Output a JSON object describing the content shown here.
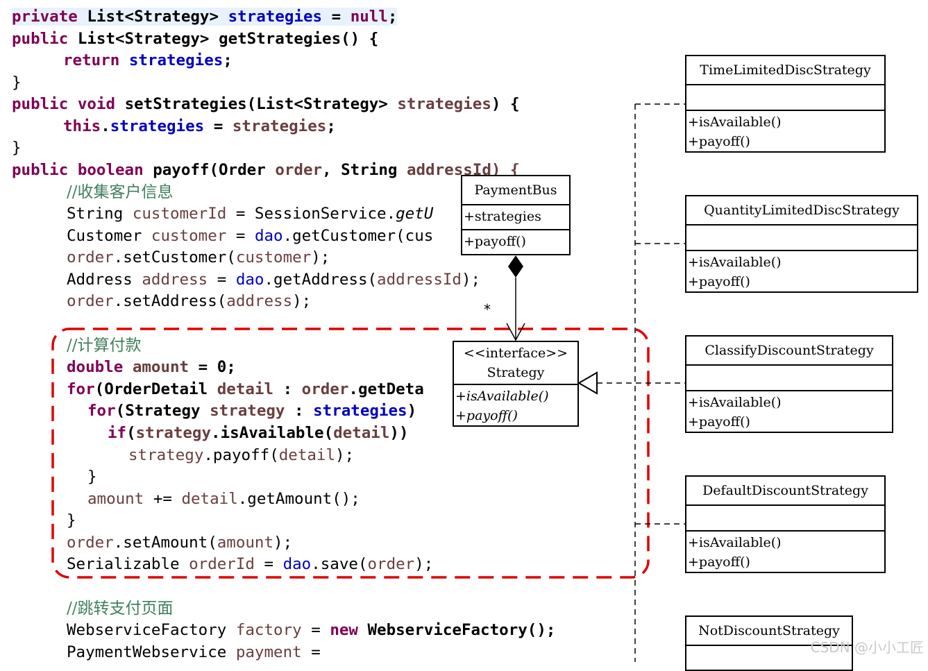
{
  "code": {
    "line01": {
      "a": "private",
      "b": "List<Strategy>",
      "c": "strategies",
      "d": "= ",
      "e": "null",
      "f": ";"
    },
    "line02": {
      "a": "public",
      "b": "List<Strategy>",
      "c": "getStrategies() {"
    },
    "line03": {
      "a": "return",
      "b": "strategies",
      "c": ";"
    },
    "line04": {
      "a": "}"
    },
    "line05": {
      "a": "public",
      "b": "void",
      "c": "setStrategies(List<Strategy> ",
      "d": "strategies",
      "e": ") {"
    },
    "line06": {
      "a": "this",
      "b": ".",
      "c": "strategies",
      "d": " = ",
      "e": "strategies",
      "f": ";"
    },
    "line07": {
      "a": "}"
    },
    "line08": {
      "a": "public",
      "b": "boolean",
      "c": "payoff(Order ",
      "d": "order",
      "e": ", String ",
      "f": "addressId) {"
    },
    "line09": {
      "a": "//收集客户信息"
    },
    "line10": {
      "a": "String ",
      "b": "customerId",
      "c": " = SessionService.",
      "d": "getU"
    },
    "line11": {
      "a": "Customer ",
      "b": "customer",
      "c": " = ",
      "d": "dao",
      "e": ".getCustomer(cus"
    },
    "line12": {
      "a": "order",
      "b": ".setCustomer(",
      "c": "customer",
      "d": ");"
    },
    "line13": {
      "a": "Address ",
      "b": "address",
      "c": " = ",
      "d": "dao",
      "e": ".getAddress(",
      "f": "addressId",
      "g": ");"
    },
    "line14": {
      "a": "order",
      "b": ".setAddress(",
      "c": "address",
      "d": ");"
    },
    "line15": {
      "a": "//计算付款"
    },
    "line16": {
      "a": "double",
      "b": "amount",
      "c": " = ",
      "d": "0",
      "e": ";"
    },
    "line17": {
      "a": "for",
      "b": "(",
      "c": "OrderDetail",
      "d": " ",
      "e": "detail",
      "f": " : ",
      "g": "order",
      "h": ".getDeta"
    },
    "line18": {
      "a": "for",
      "b": "(",
      "c": "Strategy",
      "d": " ",
      "e": "strategy",
      "f": " : ",
      "g": "strategies",
      "h": ")"
    },
    "line19": {
      "a": "if",
      "b": "(",
      "c": "strategy",
      ".": ".",
      "d": "isAvailable",
      "e": "(",
      "f": "detail",
      "g": "))"
    },
    "line20": {
      "a": "strategy",
      "b": ".payoff(",
      "c": "detail",
      "d": ");"
    },
    "line21": {
      "a": "}"
    },
    "line22": {
      "a": "amount",
      "b": " += ",
      "c": "detail",
      "d": ".getAmount();"
    },
    "line23": {
      "a": "}"
    },
    "line24": {
      "a": "order",
      "b": ".setAmount(",
      "c": "amount",
      "d": ");"
    },
    "line25": {
      "a": "Serializable ",
      "b": "orderId",
      "c": " = ",
      "d": "dao",
      "e": ".save(",
      "f": "order",
      "g": ");"
    },
    "line26": {
      "a": "//跳转支付页面"
    },
    "line27": {
      "a": "WebserviceFactory ",
      "b": "factory",
      "c": " = ",
      "d": "new",
      "e": " WebserviceFactory();"
    },
    "line28": {
      "a": "PaymentWebservice ",
      "b": "payment",
      "c": " ="
    }
  },
  "uml": {
    "payment_bus": {
      "name": "PaymentBus",
      "attribute": "+strategies",
      "operation": "+payoff()"
    },
    "strategy": {
      "stereotype": "<<interface>>",
      "name": "Strategy",
      "op1": "+isAvailable()",
      "op2": "+payoff()"
    },
    "multiplicity": "*",
    "implementations": [
      {
        "name": "TimeLimitedDiscStrategy",
        "op1": "+isAvailable()",
        "op2": "+payoff()"
      },
      {
        "name": "QuantityLimitedDiscStrategy",
        "op1": "+isAvailable()",
        "op2": "+payoff()"
      },
      {
        "name": "ClassifyDiscountStrategy",
        "op1": "+isAvailable()",
        "op2": "+payoff()"
      },
      {
        "name": "DefaultDiscountStrategy",
        "op1": "+isAvailable()",
        "op2": "+payoff()"
      },
      {
        "name": "NotDiscountStrategy"
      }
    ]
  },
  "watermark": "CSDN @小小工匠",
  "colors": {
    "keyword": "#7f0055",
    "field": "#0000c0",
    "variable": "#6a3e3e",
    "comment": "#3f7f5f",
    "highlight_box": "#e00000"
  }
}
